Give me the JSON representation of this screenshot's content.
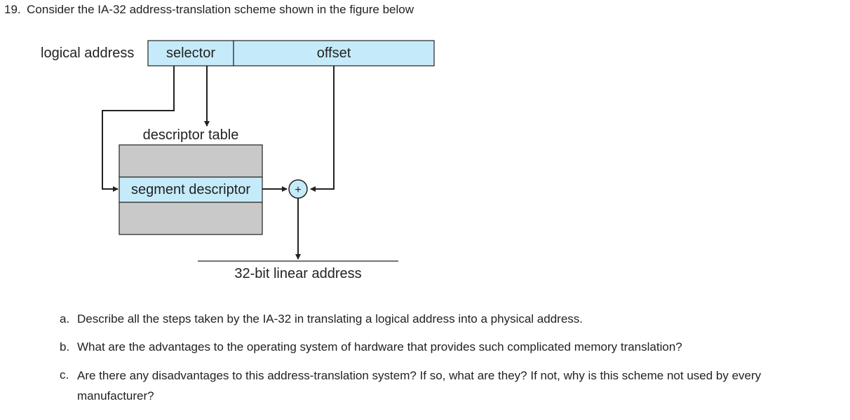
{
  "question": {
    "title": "19. Consider the IA-32 address-translation scheme shown in the figure below"
  },
  "figure": {
    "logical_address_label": "logical address",
    "selector_label": "selector",
    "offset_label": "offset",
    "descriptor_table_label": "descriptor table",
    "segment_descriptor_label": "segment descriptor",
    "adder_symbol": "+",
    "linear_address_label": "32-bit linear address",
    "colors": {
      "field_fill": "#c5ebfa",
      "table_fill": "#c9c9c9",
      "line": "#222222"
    }
  },
  "parts": [
    {
      "marker": "a.",
      "text": "Describe all the steps taken by the IA-32 in translating a logical address into a physical address."
    },
    {
      "marker": "b.",
      "text": "What are the advantages to the operating system of hardware that provides such complicated memory translation?"
    },
    {
      "marker": "c.",
      "text": "Are there any disadvantages to this address-translation system? If so, what are they? If not, why is this scheme not used by every manufacturer?"
    }
  ]
}
